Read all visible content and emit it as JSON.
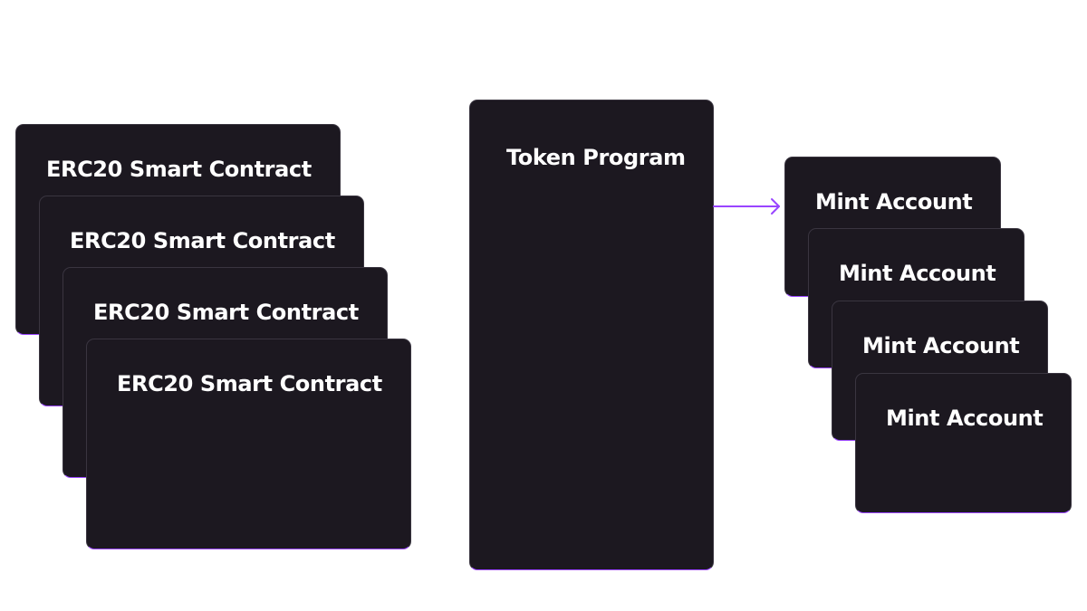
{
  "colors": {
    "card_background": "#1c1820",
    "card_text": "#ffffff",
    "accent_purple": "#9945ff",
    "page_background": "#ffffff"
  },
  "erc20_contracts": [
    {
      "label": "ERC20 Smart Contract"
    },
    {
      "label": "ERC20 Smart Contract"
    },
    {
      "label": "ERC20 Smart Contract"
    },
    {
      "label": "ERC20 Smart Contract"
    }
  ],
  "token_program": {
    "label": "Token Program"
  },
  "mint_accounts": [
    {
      "label": "Mint Account"
    },
    {
      "label": "Mint Account"
    },
    {
      "label": "Mint Account"
    },
    {
      "label": "Mint Account"
    }
  ]
}
